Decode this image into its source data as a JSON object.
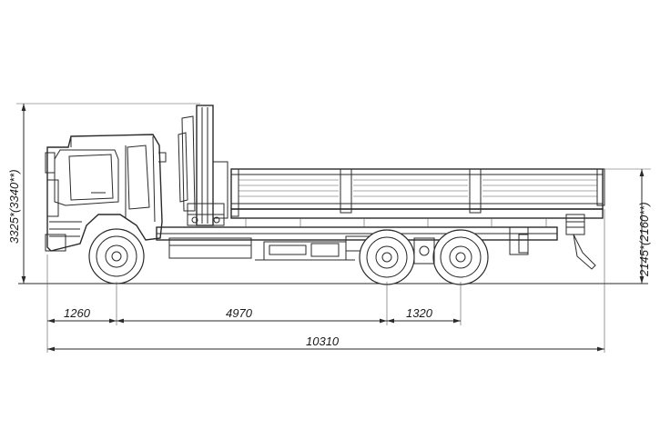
{
  "dimensions": {
    "front_overhang": "1260",
    "wheelbase": "4970",
    "bogie": "1320",
    "overall_length": "10310",
    "overall_height": "3325*(3340**)",
    "platform_height": "2145*(2160**)"
  }
}
